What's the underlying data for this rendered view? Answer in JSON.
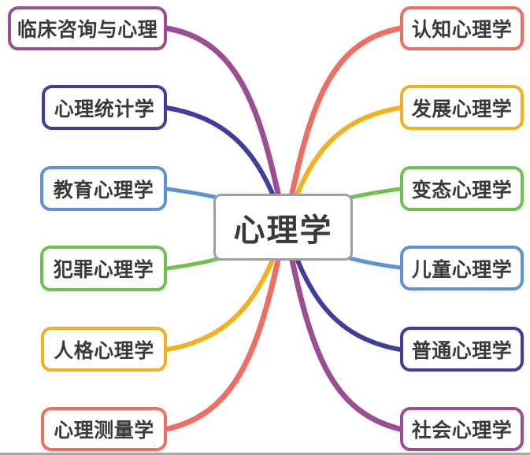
{
  "center": {
    "label": "心理学",
    "color": "#9aa0a6",
    "text_color": "#3a3a3e"
  },
  "nodes": {
    "left": [
      {
        "label": "临床咨询与心理",
        "color": "#9c4e94"
      },
      {
        "label": "心理统计学",
        "color": "#413d9b"
      },
      {
        "label": "教育心理学",
        "color": "#5b93d4"
      },
      {
        "label": "犯罪心理学",
        "color": "#6ec04f"
      },
      {
        "label": "人格心理学",
        "color": "#f2b01c"
      },
      {
        "label": "心理测量学",
        "color": "#ef6e61"
      }
    ],
    "right": [
      {
        "label": "认知心理学",
        "color": "#ef6e61"
      },
      {
        "label": "发展心理学",
        "color": "#f2b01c"
      },
      {
        "label": "变态心理学",
        "color": "#6ec04f"
      },
      {
        "label": "儿童心理学",
        "color": "#5b93d4"
      },
      {
        "label": "普通心理学",
        "color": "#413d9b"
      },
      {
        "label": "社会心理学",
        "color": "#9c4e94"
      }
    ]
  },
  "link_colors": {
    "purple": "#9c4e94",
    "indigo": "#413d9b",
    "blue": "#5b93d4",
    "green": "#6ec04f",
    "yellow": "#f2b01c",
    "red": "#ef6e61"
  },
  "misc": {
    "bottom_strip_color": "#a8a8a8"
  }
}
